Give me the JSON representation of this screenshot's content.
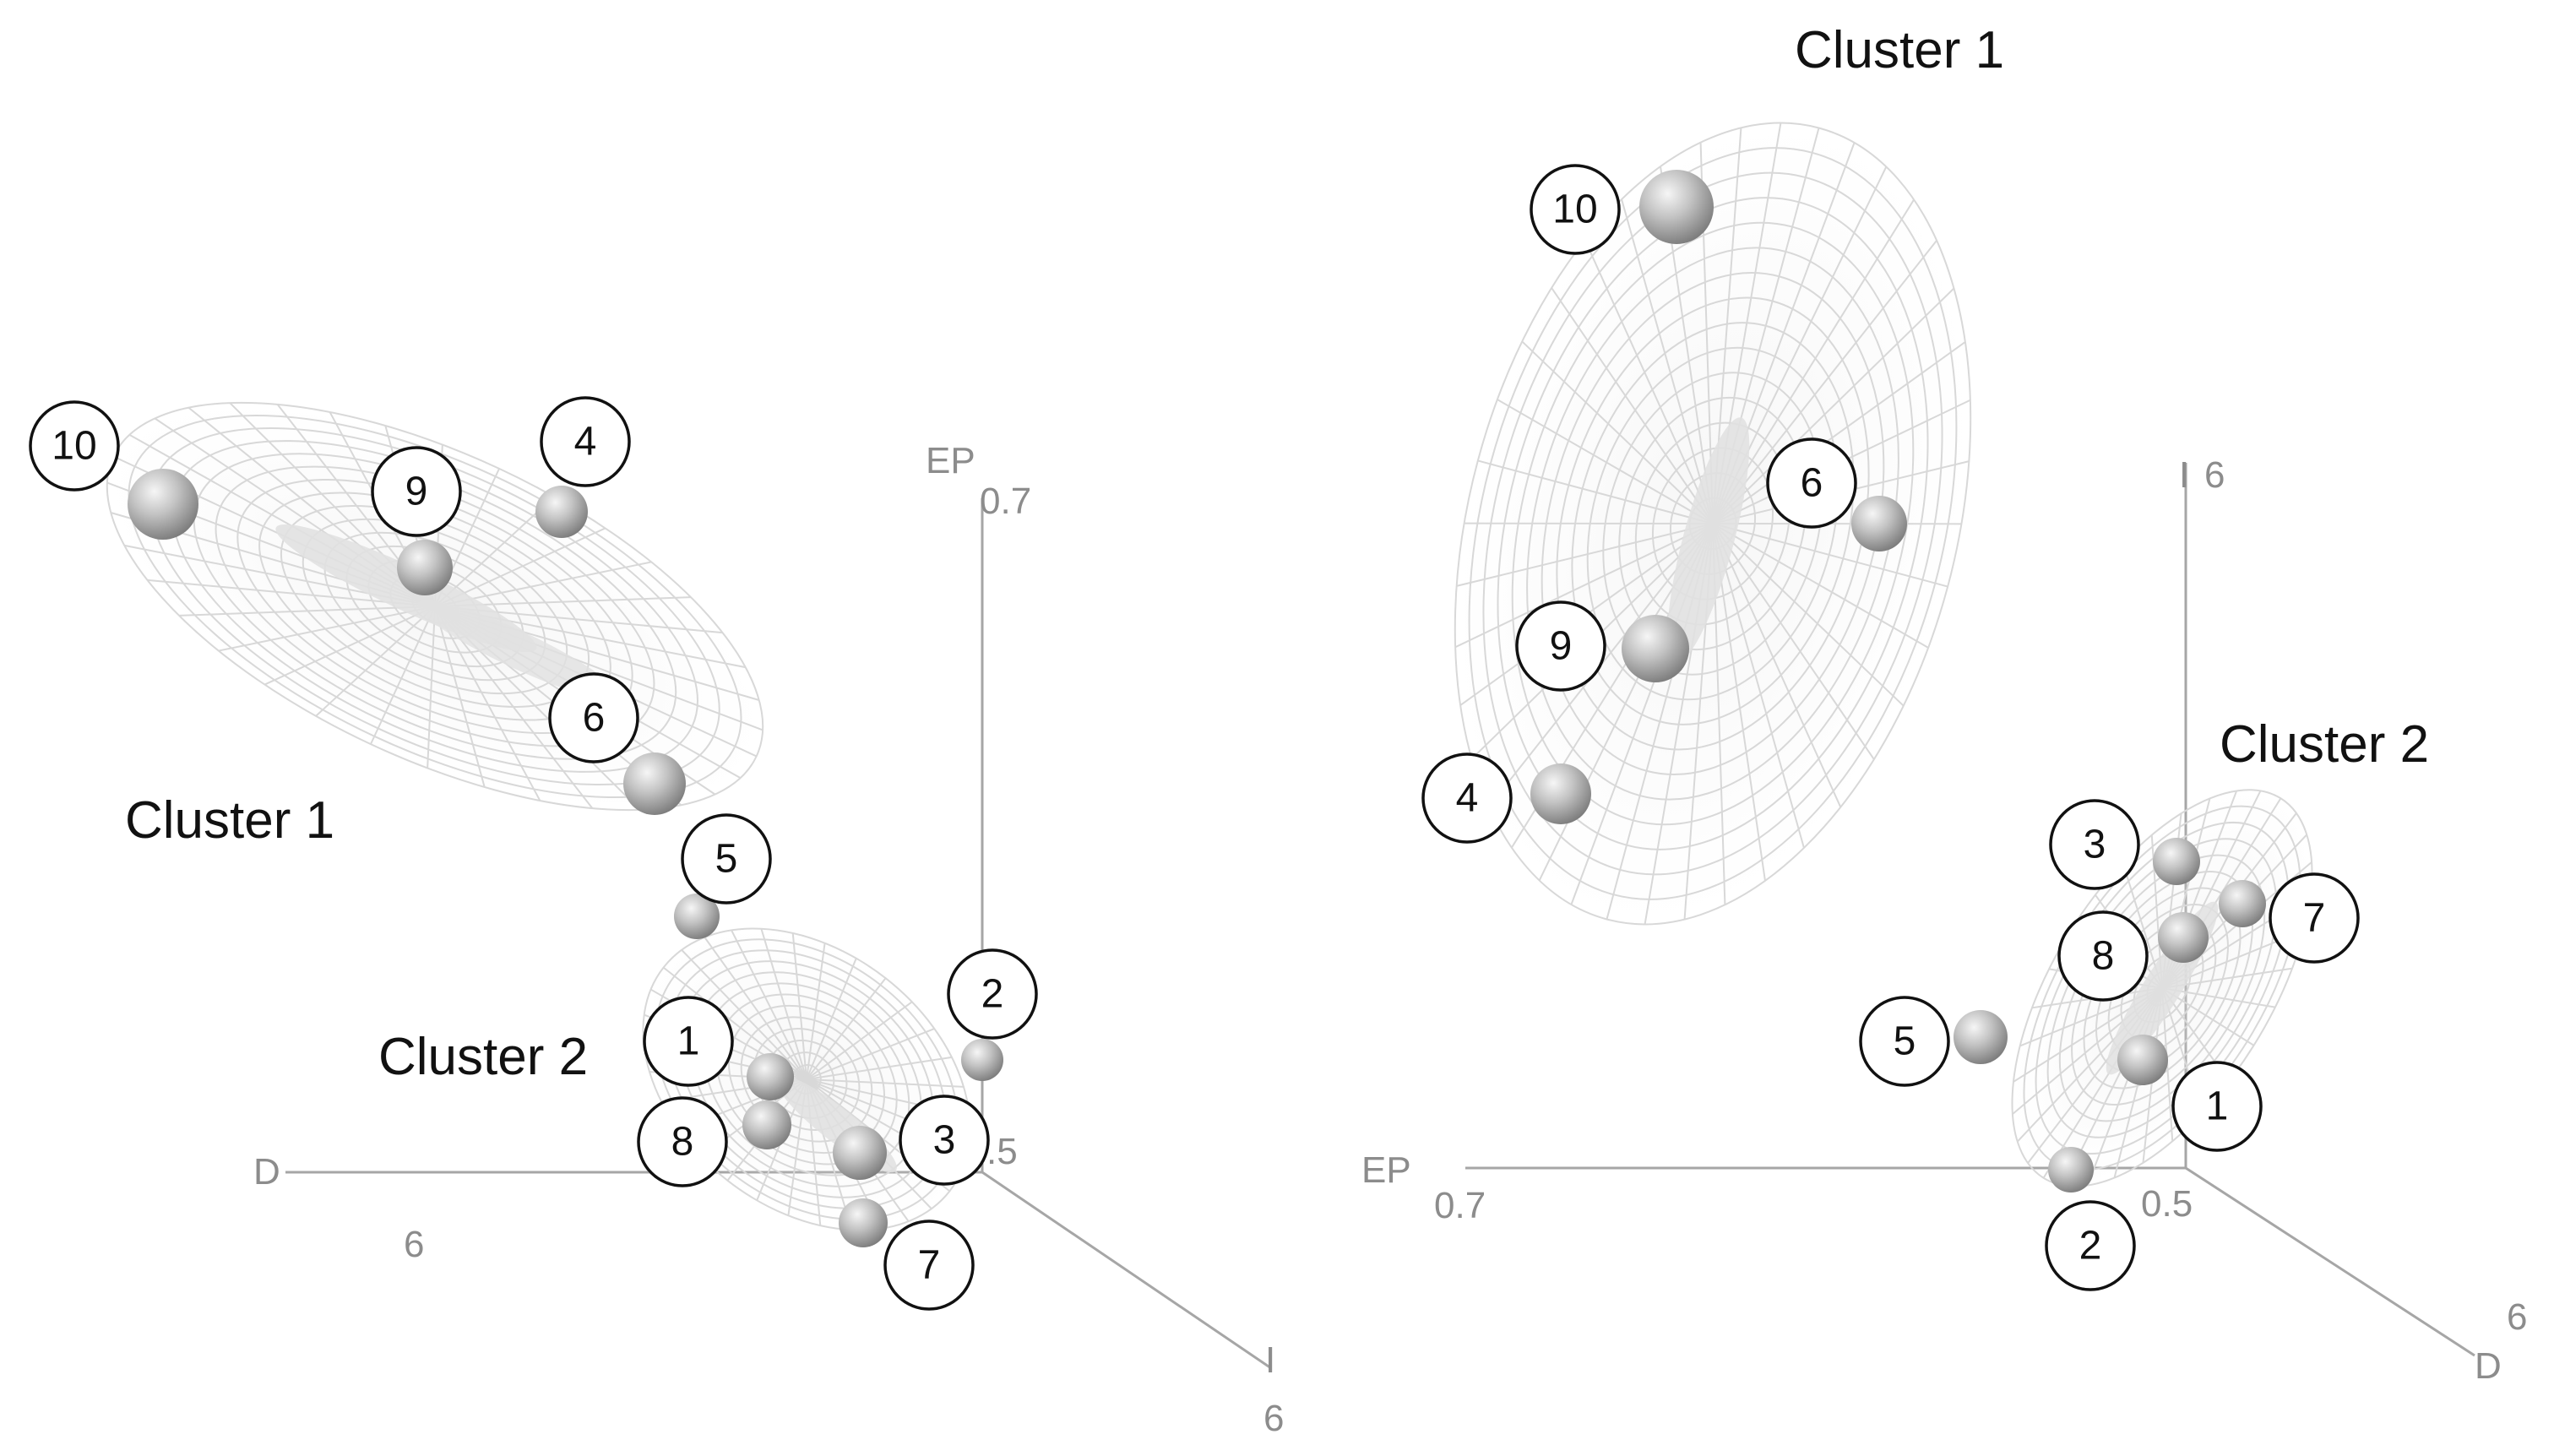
{
  "panels": [
    {
      "id": "left",
      "axes": [
        {
          "label": "EP",
          "tick": "0.7"
        },
        {
          "label": "D",
          "tick": "6"
        },
        {
          "label": "I",
          "tick": "6"
        },
        {
          "label": "",
          "tick": ".5"
        }
      ],
      "clusters": [
        {
          "label": "Cluster 1"
        },
        {
          "label": "Cluster 2"
        }
      ],
      "points": [
        "10",
        "9",
        "4",
        "6",
        "5",
        "1",
        "2",
        "8",
        "3",
        "7"
      ]
    },
    {
      "id": "right",
      "axes": [
        {
          "label": "I",
          "tick": "6"
        },
        {
          "label": "EP",
          "tick": "0.7"
        },
        {
          "label": "D",
          "tick": "6"
        },
        {
          "label": "",
          "tick": "0.5"
        }
      ],
      "clusters": [
        {
          "label": "Cluster 1"
        },
        {
          "label": "Cluster 2"
        }
      ],
      "points": [
        "10",
        "6",
        "9",
        "4",
        "3",
        "7",
        "8",
        "5",
        "1",
        "2"
      ]
    }
  ],
  "colors": {
    "axis": "#a6a6a6",
    "mesh": "#d8d8d8",
    "sphere_light": "#f2f2f2",
    "sphere_dark": "#7d7d7d",
    "label_circle_stroke": "#111111"
  }
}
